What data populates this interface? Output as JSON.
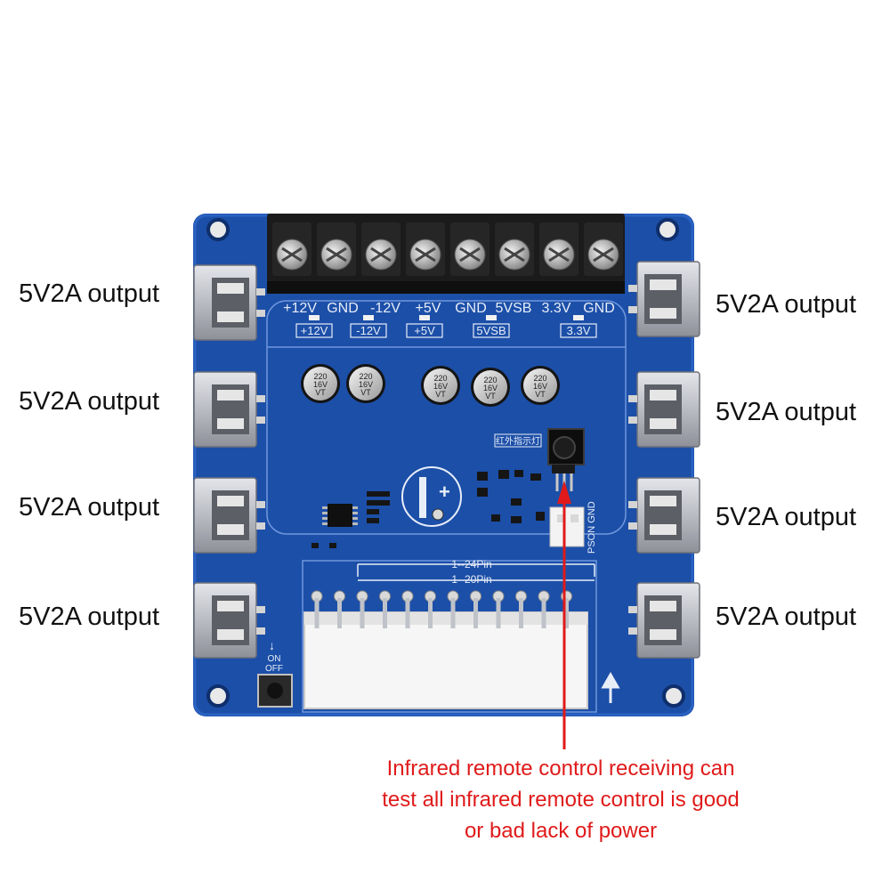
{
  "colors": {
    "board": "#1c4fa8",
    "board_dark": "#123b86",
    "silk": "#e8eef8",
    "usb_metal": "#c9ccd2",
    "terminal": "#1b1b1b",
    "annotation": "#e01a1a"
  },
  "labels": {
    "left": [
      "5V2A output",
      "5V2A output",
      "5V2A output",
      "5V2A output"
    ],
    "right": [
      "5V2A output",
      "5V2A output",
      "5V2A output",
      "5V2A output"
    ]
  },
  "board": {
    "terminal_labels": [
      "+12V",
      "GND",
      "-12V",
      "+5V",
      "GND",
      "5VSB",
      "3.3V",
      "GND"
    ],
    "led_labels": [
      "+12V",
      "-12V",
      "+5V",
      "5VSB",
      "3.3V"
    ],
    "cap_texts": [
      [
        "220",
        "16V",
        "VT"
      ],
      [
        "220",
        "16V",
        "VT"
      ],
      [
        "220",
        "16V",
        "VT"
      ],
      [
        "220",
        "16V",
        "VT"
      ],
      [
        "220",
        "16V",
        "VT"
      ]
    ],
    "ir_label": "红外指示灯",
    "pson_label": "PSON GND",
    "pin24_label": "1--24Pin",
    "pin20_label": "1--20Pin",
    "switch_on": "ON",
    "switch_off": "OFF"
  },
  "caption": {
    "lines": [
      "Infrared remote control receiving can",
      "test all infrared remote control is good",
      "or bad lack of power"
    ]
  }
}
